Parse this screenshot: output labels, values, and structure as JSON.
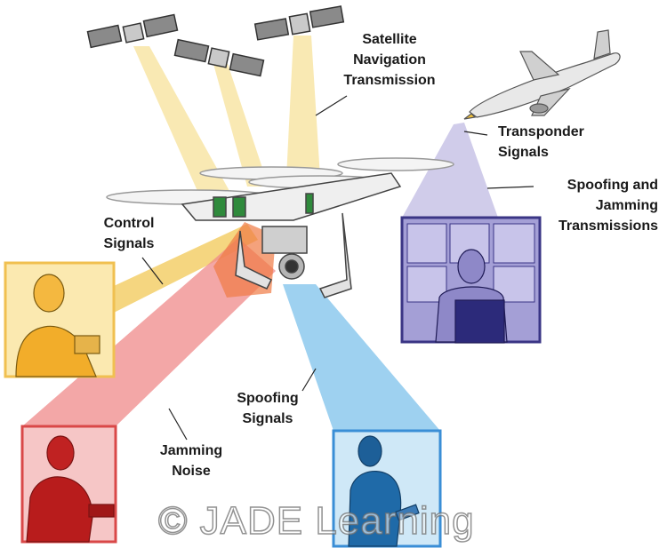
{
  "labels": {
    "satellite": [
      "Satellite",
      "Navigation",
      "Transmission"
    ],
    "transponder": [
      "Transponder",
      "Signals"
    ],
    "spoofing_jamming": [
      "Spoofing and",
      "Jamming",
      "Transmissions"
    ],
    "control": [
      "Control",
      "Signals"
    ],
    "spoofing": [
      "Spoofing",
      "Signals"
    ],
    "jamming": [
      "Jamming",
      "Noise"
    ]
  },
  "watermark": "© JADE Learning",
  "colors": {
    "satellite_beam": "#f7e29a",
    "control_beam": "#f3cf6a",
    "jamming_beam": "#ef8a8a",
    "spoofing_beam": "#86c6ec",
    "transponder_beam": "#a9a3d8",
    "panel_operator": "#fbe9b0",
    "panel_jammer": "#f6c6c6",
    "panel_spoofer": "#cfe8f7",
    "panel_control_room": "#a49fd6"
  },
  "icons": [
    "satellite-icon",
    "airplane-icon",
    "drone-icon",
    "operator-person-icon",
    "jammer-person-icon",
    "spoofer-person-icon",
    "control-room-icon"
  ]
}
